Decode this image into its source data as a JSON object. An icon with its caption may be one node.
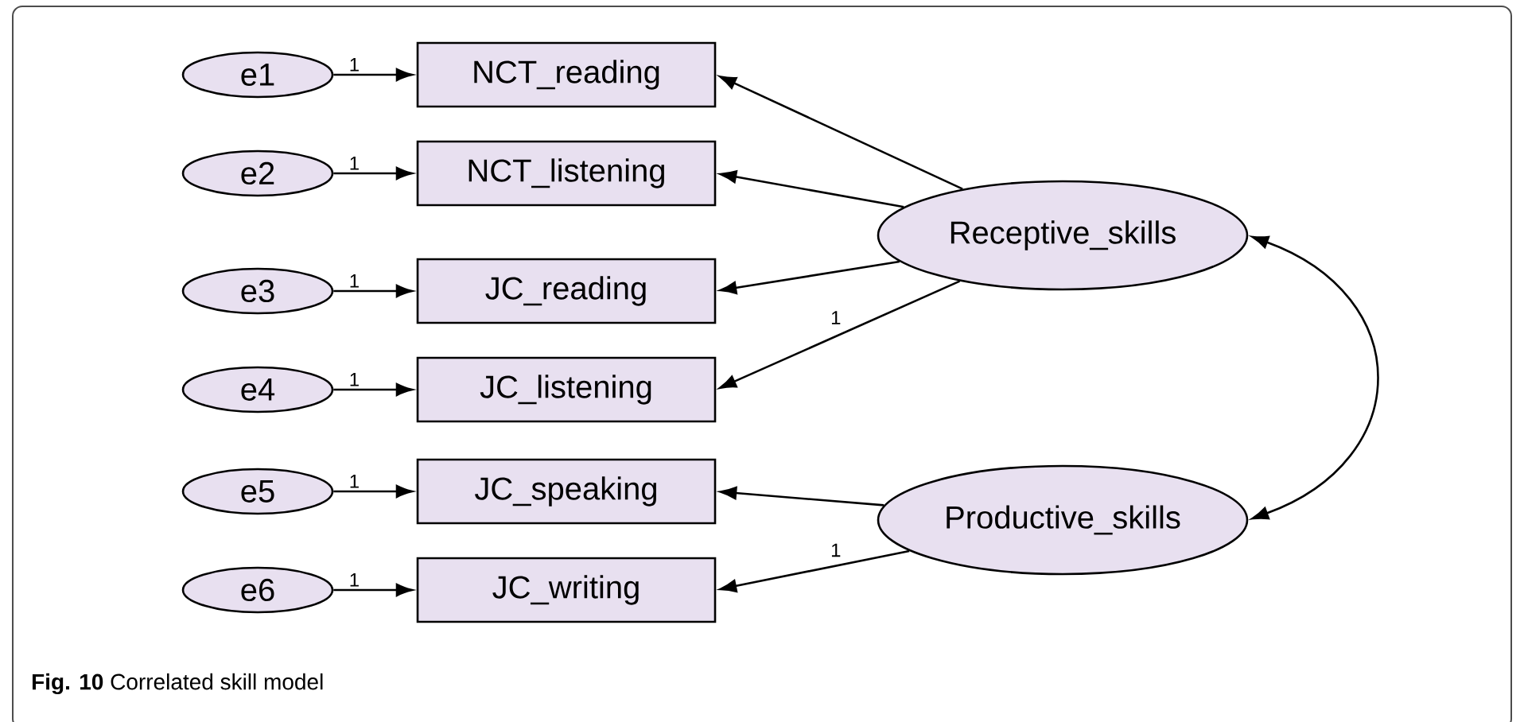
{
  "diagram": {
    "caption": "**Fig. 10** Correlated skill model",
    "nodes": [
      {
        "text": [
          "e1"
        ]
      },
      {
        "text": [
          "e2"
        ]
      },
      {
        "text": [
          "e3"
        ]
      },
      {
        "text": [
          "e4"
        ]
      },
      {
        "text": [
          "e5"
        ]
      },
      {
        "text": [
          "e6"
        ]
      },
      {
        "text": [
          "NCT_reading"
        ]
      },
      {
        "text": [
          "NCT_listening"
        ]
      },
      {
        "text": [
          "JC_reading"
        ]
      },
      {
        "text": [
          "JC_listening"
        ]
      },
      {
        "text": [
          "JC_speaking"
        ]
      },
      {
        "text": [
          "JC_writing"
        ]
      },
      {
        "text": [
          "Receptive_skills"
        ]
      },
      {
        "text": [
          "Productive_skills"
        ]
      }
    ],
    "edges": [
      {
        "from": 0,
        "to": 6,
        "arrow": "to",
        "label": "1"
      },
      {
        "from": 1,
        "to": 7,
        "arrow": "to",
        "label": "1"
      },
      {
        "from": 2,
        "to": 8,
        "arrow": "to",
        "label": "1"
      },
      {
        "from": 3,
        "to": 9,
        "arrow": "to",
        "label": "1"
      },
      {
        "from": 4,
        "to": 10,
        "arrow": "to",
        "label": "1"
      },
      {
        "from": 5,
        "to": 11,
        "arrow": "to",
        "label": "1"
      },
      {
        "from": 12,
        "to": 6,
        "arrow": "to"
      },
      {
        "from": 12,
        "to": 7,
        "arrow": "to"
      },
      {
        "from": 12,
        "to": 8,
        "arrow": "to"
      },
      {
        "from": 12,
        "to": 9,
        "arrow": "to",
        "label": "1"
      },
      {
        "from": 13,
        "to": 10,
        "arrow": "to"
      },
      {
        "from": 13,
        "to": 11,
        "arrow": "to",
        "label": "1"
      },
      {
        "from": 12,
        "to": 13,
        "arrow": "both"
      }
    ]
  }
}
